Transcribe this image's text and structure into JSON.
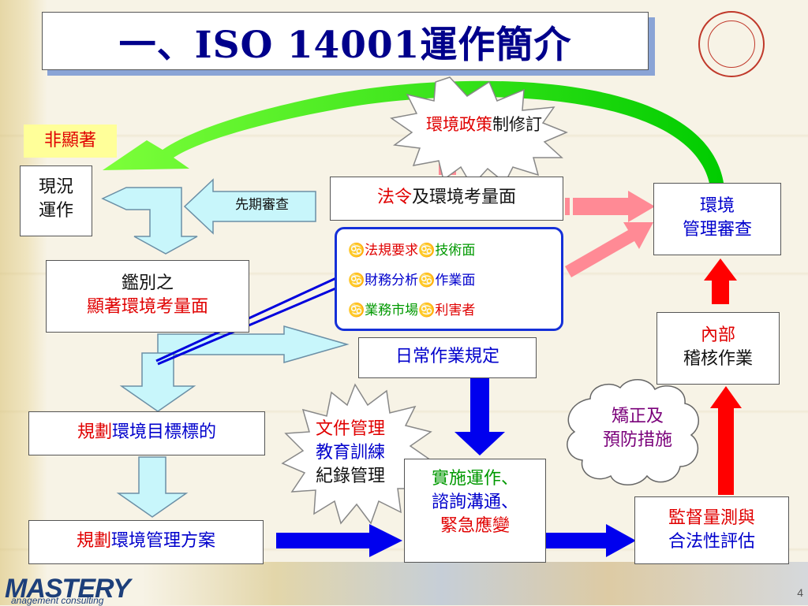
{
  "title": "一、ISO 14001運作簡介",
  "slide_number": "4",
  "colors": {
    "title_text": "#00008b",
    "accent_red": "#e00000",
    "accent_blue": "#0000cc",
    "accent_green": "#009900",
    "green_arrow": "#22cc00",
    "pink_arrow": "#ff6b7a",
    "blue_arrow": "#0000ee",
    "red_arrow": "#ff0000",
    "cyan_arrow": "#c8f6fb"
  },
  "logo": {
    "main": "MASTERY",
    "sub": "anagement consulting"
  },
  "nodes": {
    "policy": {
      "highlight": "環境政策",
      "rest": "制修訂"
    },
    "non_significant": "非顯著",
    "current_ops": [
      "現況",
      "運作"
    ],
    "prior_review": "先期審查",
    "legal": {
      "highlight": "法令",
      "rest": "及環境考量面"
    },
    "identify": {
      "line1": "鑑別之",
      "line2": "顯著環境考量面"
    },
    "factors": [
      [
        {
          "text": "法規要求",
          "color": "red"
        },
        {
          "text": "技術面",
          "color": "green"
        }
      ],
      [
        {
          "text": "財務分析",
          "color": "blue"
        },
        {
          "text": "作業面",
          "color": "blue"
        }
      ],
      [
        {
          "text": "業務市場",
          "color": "green"
        },
        {
          "text": "利害者",
          "color": "red"
        }
      ]
    ],
    "factor_icon": "♋",
    "daily_rules": "日常作業規定",
    "objectives": {
      "highlight": "規劃",
      "rest": "環境目標標的"
    },
    "program": {
      "highlight": "規劃",
      "rest": "環境管理方案"
    },
    "docs": [
      "文件管理",
      "教育訓練",
      "紀錄管理"
    ],
    "operation": [
      "實施運作、",
      "諮詢溝通、",
      "緊急應變"
    ],
    "monitor": [
      "監督量測與",
      "合法性評估"
    ],
    "corrective": [
      "矯正及",
      "預防措施"
    ],
    "internal_audit": [
      "內部",
      "稽核作業"
    ],
    "mgmt_review": [
      "環境",
      "管理審查"
    ]
  }
}
